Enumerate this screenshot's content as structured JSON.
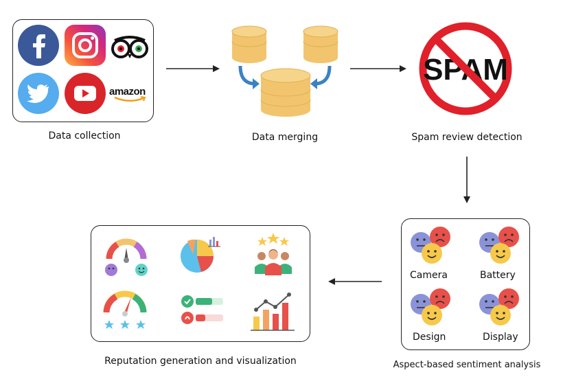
{
  "stages": {
    "collection": {
      "label": "Data collection",
      "logos": [
        "facebook-icon",
        "instagram-icon",
        "tripadvisor-icon",
        "twitter-icon",
        "youtube-icon",
        "amazon-logo"
      ],
      "amazon_text": "amazon"
    },
    "merging": {
      "label": "Data merging"
    },
    "spam": {
      "label": "Spam review detection",
      "stamp_text": "SPAM"
    },
    "aspect": {
      "label": "Aspect-based sentiment analysis",
      "aspects": [
        "Camera",
        "Battery",
        "Design",
        "Display"
      ]
    },
    "reputation": {
      "label": "Reputation generation and visualization"
    }
  },
  "colors": {
    "arrow": "#222222",
    "database": "#f2c46d",
    "merge_arrow": "#3b82c4",
    "spam_red": "#e0202a",
    "facebook": "#3b5998",
    "twitter": "#55acee",
    "youtube": "#d9252a",
    "face_blue": "#8a93d8",
    "face_red": "#e8504a",
    "face_yellow": "#f7c94b"
  }
}
